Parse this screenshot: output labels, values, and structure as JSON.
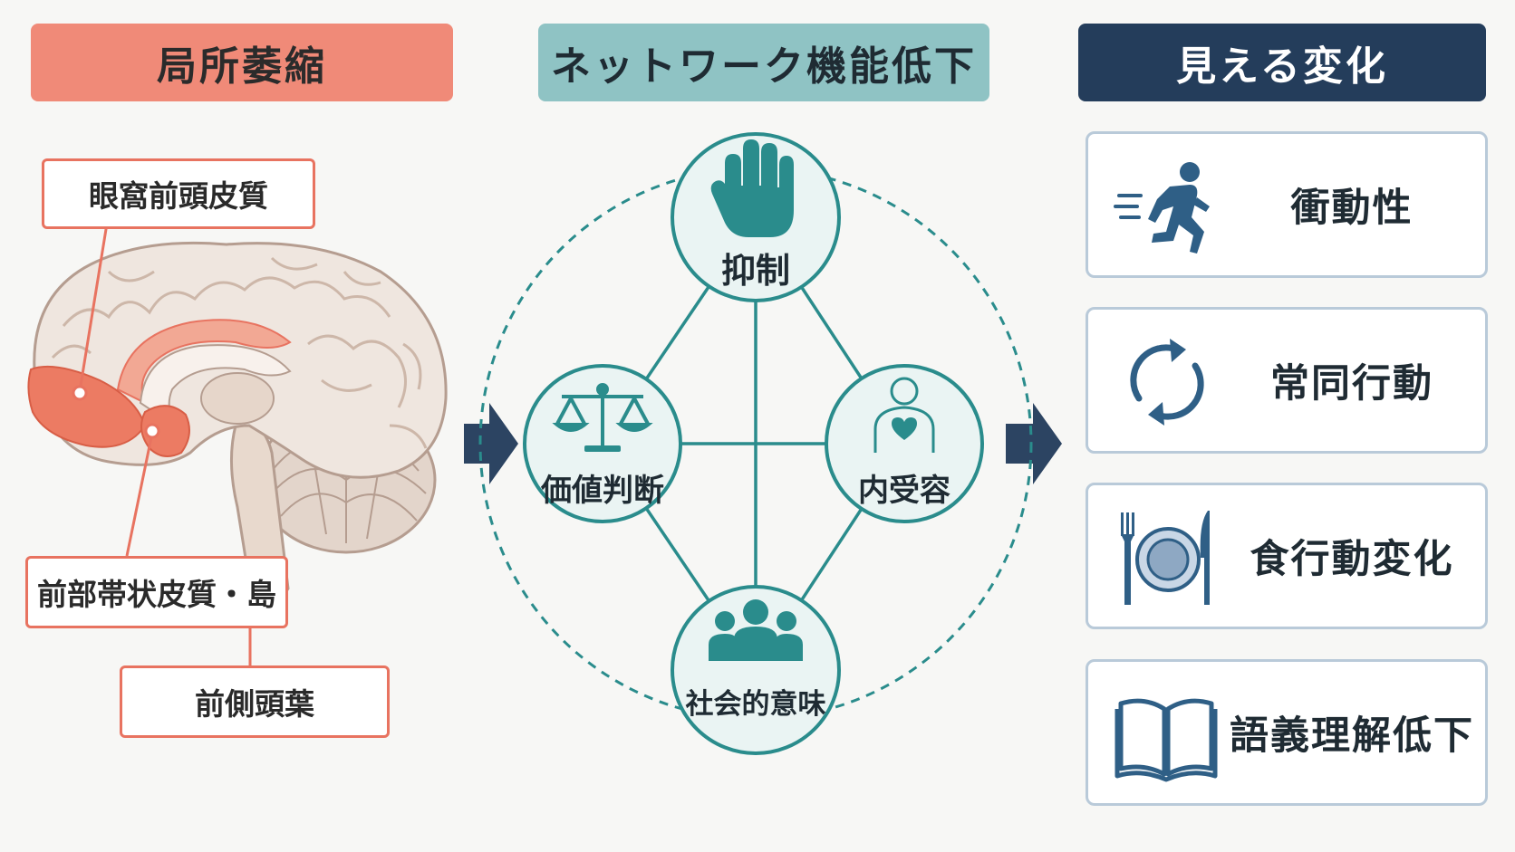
{
  "headers": {
    "atrophy": "局所萎縮",
    "network": "ネットワーク機能低下",
    "change": "見える変化"
  },
  "brain_regions": {
    "orbitofrontal": "眼窩前頭皮質",
    "anterior_cingulate_insula": "前部帯状皮質・島",
    "anterior_temporal": "前側頭葉"
  },
  "network_nodes": {
    "inhibition": "抑制",
    "value_judgment": "価値判断",
    "interoception": "内受容",
    "social_meaning": "社会的意味"
  },
  "visible_changes": {
    "impulsivity": "衝動性",
    "stereotypy": "常同行動",
    "eating": "食行動変化",
    "semantic": "語義理解低下"
  },
  "icons": [
    "hand-stop-icon",
    "scales-icon",
    "heart-body-icon",
    "people-group-icon",
    "running-person-icon",
    "cycle-arrows-icon",
    "plate-fork-knife-icon",
    "open-book-icon",
    "arrow-right-icon"
  ],
  "colors": {
    "atrophy_header": "#f08a78",
    "network_header": "#8fc3c4",
    "change_header": "#243d5b",
    "atrophy_highlight": "#e87360",
    "network_teal": "#2a8c8c",
    "change_icon": "#2f5f86"
  }
}
